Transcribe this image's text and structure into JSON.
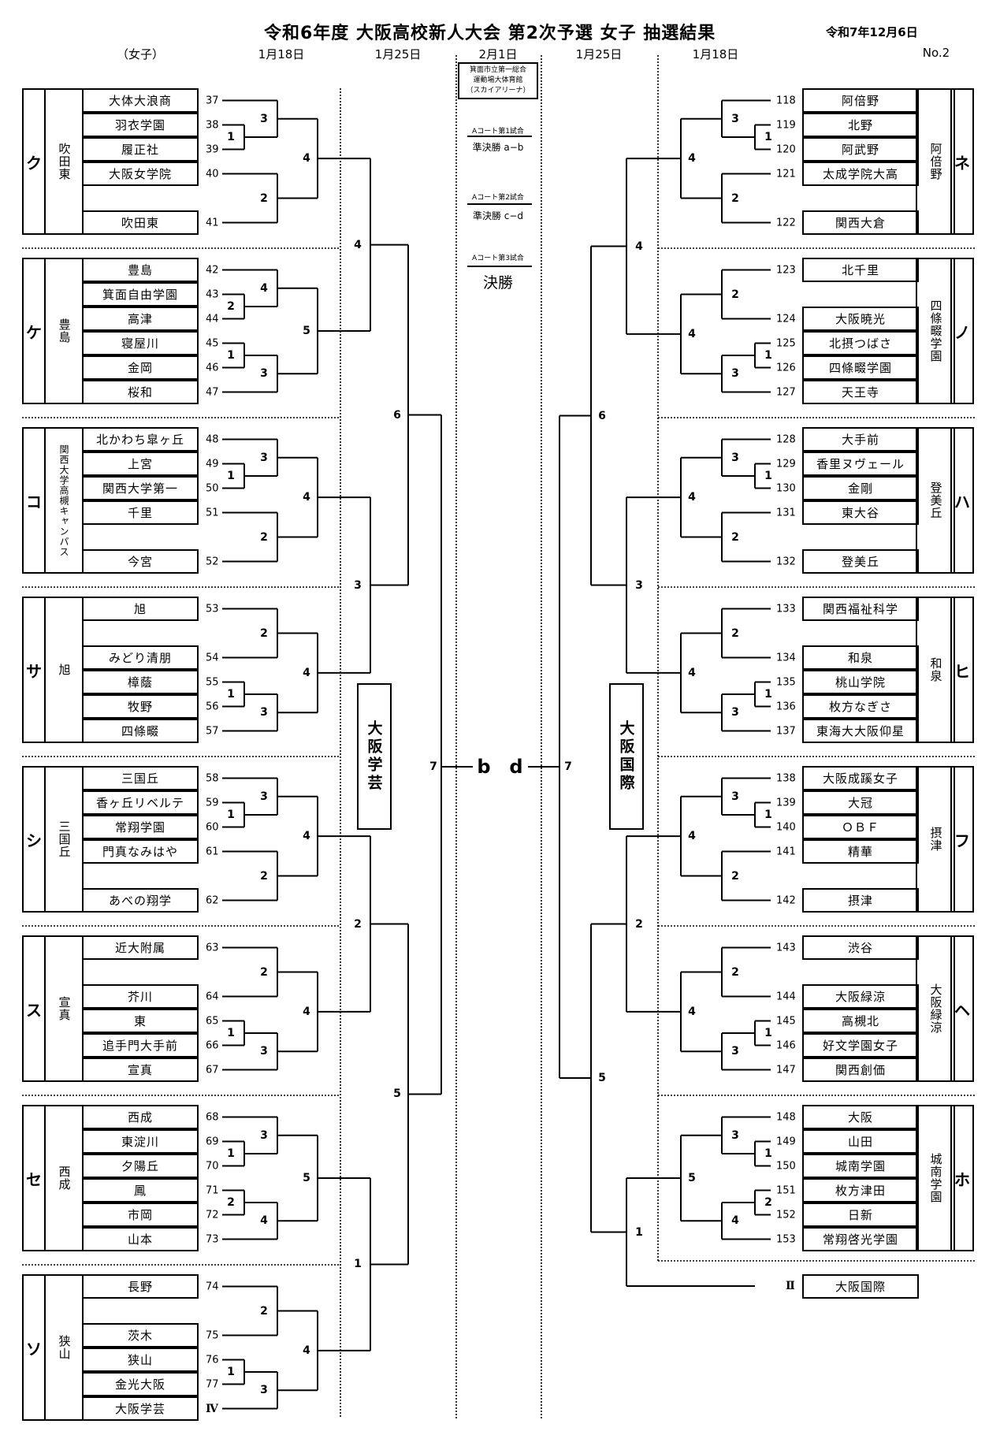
{
  "header": {
    "title": "令和6年度  大阪高校新人大会  第2次予選 女子 抽選結果",
    "date": "令和7年12月6日",
    "gender": "（女子）",
    "page_no": "No.2",
    "columns": [
      "1月18日",
      "1月25日",
      "2月1日",
      "1月25日",
      "1月18日"
    ]
  },
  "center": {
    "venue": "箕面市立第一総合\n運動場大体育館\n（スカイアリーナ）",
    "matches": [
      {
        "court": "Aコート第1試合",
        "label": "準決勝  a−b"
      },
      {
        "court": "Aコート第2試合",
        "label": "準決勝  c−d"
      },
      {
        "court": "Aコート第3試合",
        "label": "決勝"
      }
    ],
    "left_seed": "b",
    "right_seed": "d",
    "left_final_round": "7",
    "right_final_round": "7"
  },
  "seeds": {
    "left": "大阪学芸",
    "right": "大阪国際"
  },
  "left_blocks": [
    {
      "kana": "ク",
      "host": "吹田東",
      "layout": "A",
      "teams": [
        {
          "no": "37",
          "name": "大体大浪商"
        },
        {
          "no": "38",
          "name": "羽衣学園"
        },
        {
          "no": "39",
          "name": "履正社"
        },
        {
          "no": "40",
          "name": "大阪女学院"
        },
        null,
        {
          "no": "41",
          "name": "吹田東"
        }
      ],
      "rounds": [
        "1",
        "3",
        "2",
        "4"
      ]
    },
    {
      "kana": "ケ",
      "host": "豊島",
      "layout": "C",
      "teams": [
        {
          "no": "42",
          "name": "豊島"
        },
        {
          "no": "43",
          "name": "箕面自由学園"
        },
        {
          "no": "44",
          "name": "高津"
        },
        {
          "no": "45",
          "name": "寝屋川"
        },
        {
          "no": "46",
          "name": "金岡"
        },
        {
          "no": "47",
          "name": "桜和"
        }
      ],
      "rounds": [
        "2",
        "4",
        "1",
        "3",
        "5"
      ]
    },
    {
      "kana": "コ",
      "host": "関西大学高槻キャンパス",
      "layout": "A",
      "teams": [
        {
          "no": "48",
          "name": "北かわち皐ヶ丘"
        },
        {
          "no": "49",
          "name": "上宮"
        },
        {
          "no": "50",
          "name": "関西大学第一"
        },
        {
          "no": "51",
          "name": "千里"
        },
        null,
        {
          "no": "52",
          "name": "今宮"
        }
      ],
      "rounds": [
        "1",
        "3",
        "2",
        "4"
      ]
    },
    {
      "kana": "サ",
      "host": "旭",
      "layout": "B",
      "teams": [
        {
          "no": "53",
          "name": "旭"
        },
        null,
        {
          "no": "54",
          "name": "みどり清朋"
        },
        {
          "no": "55",
          "name": "樟蔭"
        },
        {
          "no": "56",
          "name": "牧野"
        },
        {
          "no": "57",
          "name": "四條畷"
        }
      ],
      "rounds": [
        "2",
        "1",
        "3",
        "4"
      ]
    },
    {
      "kana": "シ",
      "host": "三国丘",
      "layout": "A",
      "teams": [
        {
          "no": "58",
          "name": "三国丘"
        },
        {
          "no": "59",
          "name": "香ヶ丘リベルテ"
        },
        {
          "no": "60",
          "name": "常翔学園"
        },
        {
          "no": "61",
          "name": "門真なみはや"
        },
        null,
        {
          "no": "62",
          "name": "あべの翔学"
        }
      ],
      "rounds": [
        "1",
        "3",
        "2",
        "4"
      ]
    },
    {
      "kana": "ス",
      "host": "宣真",
      "layout": "B",
      "teams": [
        {
          "no": "63",
          "name": "近大附属"
        },
        null,
        {
          "no": "64",
          "name": "芥川"
        },
        {
          "no": "65",
          "name": "東"
        },
        {
          "no": "66",
          "name": "追手門大手前"
        },
        {
          "no": "67",
          "name": "宣真"
        }
      ],
      "rounds": [
        "2",
        "1",
        "3",
        "4"
      ]
    },
    {
      "kana": "セ",
      "host": "西成",
      "layout": "C",
      "teams": [
        {
          "no": "68",
          "name": "西成"
        },
        {
          "no": "69",
          "name": "東淀川"
        },
        {
          "no": "70",
          "name": "夕陽丘"
        },
        {
          "no": "71",
          "name": "鳳"
        },
        {
          "no": "72",
          "name": "市岡"
        },
        {
          "no": "73",
          "name": "山本"
        }
      ],
      "rounds": [
        "1",
        "3",
        "2",
        "4",
        "5"
      ]
    },
    {
      "kana": "ソ",
      "host": "狭山",
      "layout": "B",
      "teams": [
        {
          "no": "74",
          "name": "長野"
        },
        null,
        {
          "no": "75",
          "name": "茨木"
        },
        {
          "no": "76",
          "name": "狭山"
        },
        {
          "no": "77",
          "name": "金光大阪"
        },
        {
          "no": "Ⅳ",
          "name": "大阪学芸"
        }
      ],
      "rounds": [
        "2",
        "1",
        "3",
        "4"
      ]
    }
  ],
  "left_inner_rounds": {
    "r2": [
      "4",
      "3",
      "2",
      "1"
    ],
    "r3": [
      "6",
      "5"
    ]
  },
  "right_blocks": [
    {
      "kana": "ネ",
      "host": "阿倍野",
      "layout": "A",
      "teams": [
        {
          "no": "118",
          "name": "阿倍野"
        },
        {
          "no": "119",
          "name": "北野"
        },
        {
          "no": "120",
          "name": "阿武野"
        },
        {
          "no": "121",
          "name": "太成学院大高"
        },
        null,
        {
          "no": "122",
          "name": "関西大倉"
        }
      ],
      "rounds": [
        "1",
        "3",
        "2",
        "4"
      ]
    },
    {
      "kana": "ノ",
      "host": "四條畷学園",
      "layout": "B",
      "teams": [
        {
          "no": "123",
          "name": "北千里"
        },
        null,
        {
          "no": "124",
          "name": "大阪暁光"
        },
        {
          "no": "125",
          "name": "北摂つばさ"
        },
        {
          "no": "126",
          "name": "四條畷学園"
        },
        {
          "no": "127",
          "name": "天王寺"
        }
      ],
      "rounds": [
        "2",
        "1",
        "3",
        "4"
      ]
    },
    {
      "kana": "ハ",
      "host": "登美丘",
      "layout": "A",
      "teams": [
        {
          "no": "128",
          "name": "大手前"
        },
        {
          "no": "129",
          "name": "香里ヌヴェール"
        },
        {
          "no": "130",
          "name": "金剛"
        },
        {
          "no": "131",
          "name": "東大谷"
        },
        null,
        {
          "no": "132",
          "name": "登美丘"
        }
      ],
      "rounds": [
        "1",
        "3",
        "2",
        "4"
      ]
    },
    {
      "kana": "ヒ",
      "host": "和泉",
      "layout": "B",
      "teams": [
        {
          "no": "133",
          "name": "関西福祉科学"
        },
        null,
        {
          "no": "134",
          "name": "和泉"
        },
        {
          "no": "135",
          "name": "桃山学院"
        },
        {
          "no": "136",
          "name": "枚方なぎさ"
        },
        {
          "no": "137",
          "name": "東海大大阪仰星"
        }
      ],
      "rounds": [
        "2",
        "1",
        "3",
        "4"
      ]
    },
    {
      "kana": "フ",
      "host": "摂津",
      "layout": "A",
      "teams": [
        {
          "no": "138",
          "name": "大阪成蹊女子"
        },
        {
          "no": "139",
          "name": "大冠"
        },
        {
          "no": "140",
          "name": "ＯＢＦ"
        },
        {
          "no": "141",
          "name": "精華"
        },
        null,
        {
          "no": "142",
          "name": "摂津"
        }
      ],
      "rounds": [
        "1",
        "3",
        "2",
        "4"
      ]
    },
    {
      "kana": "ヘ",
      "host": "大阪緑涼",
      "layout": "B",
      "teams": [
        {
          "no": "143",
          "name": "渋谷"
        },
        null,
        {
          "no": "144",
          "name": "大阪緑涼"
        },
        {
          "no": "145",
          "name": "高槻北"
        },
        {
          "no": "146",
          "name": "好文学園女子"
        },
        {
          "no": "147",
          "name": "関西創価"
        }
      ],
      "rounds": [
        "2",
        "1",
        "3",
        "4"
      ]
    },
    {
      "kana": "ホ",
      "host": "城南学園",
      "layout": "C",
      "teams": [
        {
          "no": "148",
          "name": "大阪"
        },
        {
          "no": "149",
          "name": "山田"
        },
        {
          "no": "150",
          "name": "城南学園"
        },
        {
          "no": "151",
          "name": "枚方津田"
        },
        {
          "no": "152",
          "name": "日新"
        },
        {
          "no": "153",
          "name": "常翔啓光学園"
        }
      ],
      "rounds": [
        "1",
        "3",
        "2",
        "4",
        "5"
      ]
    }
  ],
  "right_extra": {
    "no": "Ⅱ",
    "name": "大阪国際"
  },
  "right_inner_rounds": {
    "r2": [
      "4",
      "3",
      "2",
      "1"
    ],
    "r3": [
      "6",
      "5"
    ]
  }
}
